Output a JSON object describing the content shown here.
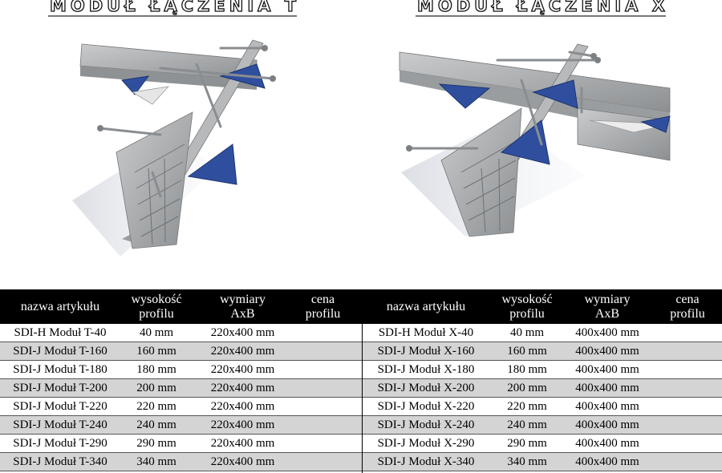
{
  "modules": [
    {
      "title": "MODUŁ ŁĄCZENIA T"
    },
    {
      "title": "MODUŁ ŁĄCZENIA X"
    }
  ],
  "tables": [
    {
      "headers": [
        "nazwa artykułu",
        "wysokość\nprofilu",
        "wymiary\nAxB",
        "cena\nprofilu"
      ],
      "rows": [
        [
          "SDI-H Moduł T-40",
          "40 mm",
          "220x400 mm",
          ""
        ],
        [
          "SDI-J Moduł T-160",
          "160 mm",
          "220x400 mm",
          ""
        ],
        [
          "SDI-J Moduł T-180",
          "180 mm",
          "220x400 mm",
          ""
        ],
        [
          "SDI-J Moduł T-200",
          "200 mm",
          "220x400 mm",
          ""
        ],
        [
          "SDI-J Moduł T-220",
          "220 mm",
          "220x400 mm",
          ""
        ],
        [
          "SDI-J Moduł T-240",
          "240 mm",
          "220x400 mm",
          ""
        ],
        [
          "SDI-J Moduł T-290",
          "290 mm",
          "220x400 mm",
          ""
        ],
        [
          "SDI-J Moduł T-340",
          "340 mm",
          "220x400 mm",
          ""
        ]
      ]
    },
    {
      "headers": [
        "nazwa artykułu",
        "wysokość\nprofilu",
        "wymiary\nAxB",
        "cena\nprofilu"
      ],
      "rows": [
        [
          "SDI-H Moduł X-40",
          "40 mm",
          "400x400 mm",
          ""
        ],
        [
          "SDI-J Moduł X-160",
          "160 mm",
          "400x400 mm",
          ""
        ],
        [
          "SDI-J Moduł X-180",
          "180 mm",
          "400x400 mm",
          ""
        ],
        [
          "SDI-J Moduł X-200",
          "200 mm",
          "400x400 mm",
          ""
        ],
        [
          "SDI-J Moduł X-220",
          "220 mm",
          "400x400 mm",
          ""
        ],
        [
          "SDI-J Moduł X-240",
          "240 mm",
          "400x400 mm",
          ""
        ],
        [
          "SDI-J Moduł X-290",
          "290 mm",
          "400x400 mm",
          ""
        ],
        [
          "SDI-J Moduł X-340",
          "340 mm",
          "400x400 mm",
          ""
        ]
      ]
    }
  ],
  "colors": {
    "header_bg": "#000000",
    "row_alt_bg": "#d4d4d4",
    "steel": "#a7a9ab",
    "bracket_blue": "#2f4f9e"
  }
}
